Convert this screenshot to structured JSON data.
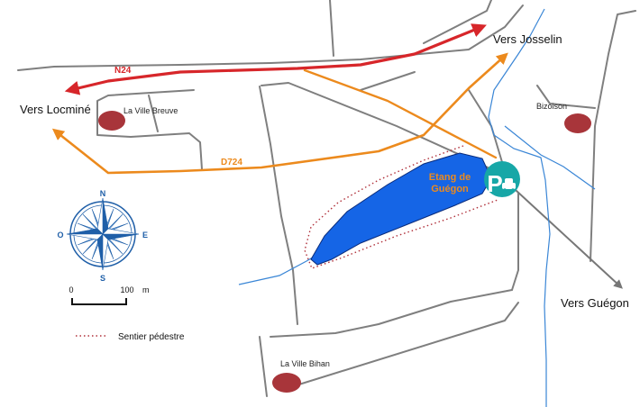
{
  "roads": {
    "n24": {
      "label": "N24",
      "color": "#d7262a"
    },
    "d724": {
      "label": "D724",
      "color": "#ec8a1d"
    }
  },
  "directions": {
    "locmine": "Vers Locminé",
    "josselin": "Vers Josselin",
    "guegon": "Vers Guégon"
  },
  "places": {
    "ville_breuve": "La Ville Breuve",
    "bizoison": "Bizoison",
    "ville_bihan": "La Ville Bihan",
    "color": "#a8353a"
  },
  "pond": {
    "label_line1": "Etang de",
    "label_line2": "Guégon",
    "fill": "#1565e6",
    "label_color": "#ec8a1d"
  },
  "parking": {
    "symbol": "P",
    "icon": "car-icon",
    "color": "#17a7a7"
  },
  "compass": {
    "n": "N",
    "s": "S",
    "e": "E",
    "o": "O",
    "color": "#1f5fa8"
  },
  "scale": {
    "start": "0",
    "end": "100",
    "unit": "m"
  },
  "legend": {
    "trail_label": "Sentier pédestre",
    "trail_color": "#b0303a"
  },
  "water_color": "#3a86d6",
  "minor_road_color": "#808080"
}
